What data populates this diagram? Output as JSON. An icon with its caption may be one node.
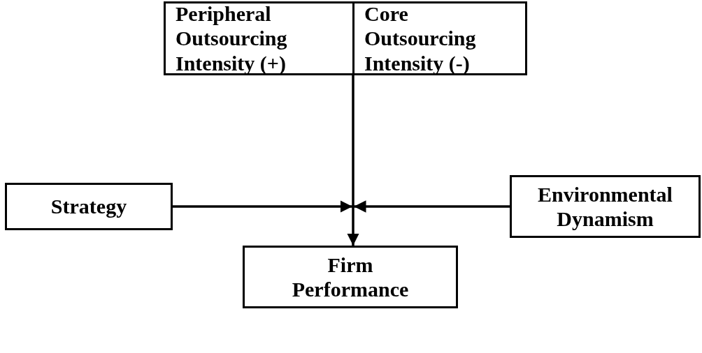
{
  "diagram": {
    "nodes": [
      {
        "text": [
          "Peripheral Outsourcing Intensity (+)"
        ]
      },
      {
        "text": [
          "Core Outsourcing Intensity (-)"
        ]
      },
      {
        "text": [
          "Strategy"
        ]
      },
      {
        "text": [
          "Environmental Dynamism"
        ]
      },
      {
        "text": [
          "Firm Performance"
        ]
      }
    ],
    "edges": [
      {
        "from": 0,
        "to": 4,
        "arrow": "to"
      },
      {
        "from": 1,
        "to": 4,
        "arrow": "to"
      },
      {
        "from": 2,
        "to": null,
        "arrow": "to"
      },
      {
        "from": 3,
        "to": null,
        "arrow": "to"
      }
    ]
  }
}
